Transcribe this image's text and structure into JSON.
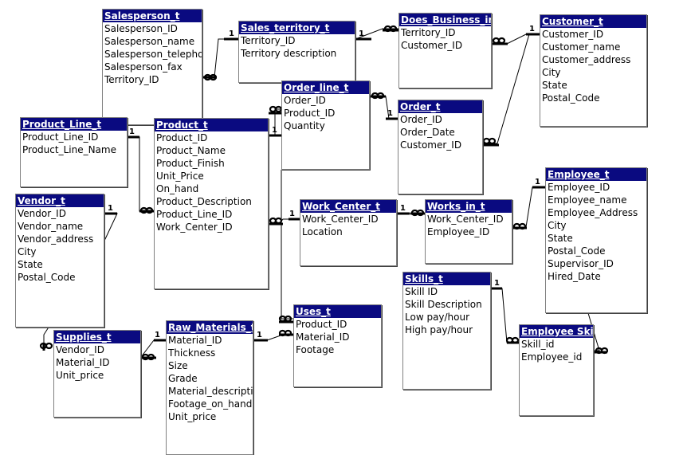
{
  "tables": [
    {
      "id": "salesperson",
      "name": "Salesperson_t",
      "fields": [
        "Salesperson_ID",
        "Salesperson_name",
        "Salesperson_telephon",
        "Salesperson_fax",
        "Territory_ID"
      ]
    },
    {
      "id": "sales_territory",
      "name": "Sales_territory_t",
      "fields": [
        "Territory_ID",
        "Territory description"
      ]
    },
    {
      "id": "does_business",
      "name": "Does_Business_in_t",
      "fields": [
        "Territory_ID",
        "Customer_ID"
      ]
    },
    {
      "id": "customer",
      "name": "Customer_t",
      "fields": [
        "Customer_ID",
        "Customer_name",
        "Customer_address",
        "City",
        "State",
        "Postal_Code"
      ]
    },
    {
      "id": "order_line",
      "name": "Order_line_t",
      "fields": [
        "Order_ID",
        "Product_ID",
        "Quantity"
      ]
    },
    {
      "id": "order",
      "name": "Order_t",
      "fields": [
        "Order_ID",
        "Order_Date",
        "Customer_ID"
      ]
    },
    {
      "id": "product_line",
      "name": "Product_Line_t",
      "fields": [
        "Product_Line_ID",
        "Product_Line_Name"
      ]
    },
    {
      "id": "product",
      "name": "Product_t",
      "fields": [
        "Product_ID",
        "Product_Name",
        "Product_Finish",
        "Unit_Price",
        "On_hand",
        "Product_Description",
        "Product_Line_ID",
        "Work_Center_ID"
      ]
    },
    {
      "id": "vendor",
      "name": "Vendor_t",
      "fields": [
        "Vendor_ID",
        "Vendor_name",
        "Vendor_address",
        "City",
        "State",
        "Postal_Code"
      ]
    },
    {
      "id": "work_center",
      "name": "Work_Center_t",
      "fields": [
        "Work_Center_ID",
        "Location"
      ]
    },
    {
      "id": "works_in",
      "name": "Works_in_t",
      "fields": [
        "Work_Center_ID",
        "Employee_ID"
      ]
    },
    {
      "id": "employee",
      "name": "Employee_t",
      "fields": [
        "Employee_ID",
        "Employee_name",
        "Employee_Address",
        "City",
        "State",
        "Postal_Code",
        "Supervisor_ID",
        "Hired_Date"
      ]
    },
    {
      "id": "skills",
      "name": "Skills_t",
      "fields": [
        "Skill ID",
        "Skill Description",
        "Low pay/hour",
        "High pay/hour"
      ]
    },
    {
      "id": "employee_skills",
      "name": "Employee Skills_",
      "fields": [
        "Skill_id",
        "Employee_id"
      ]
    },
    {
      "id": "supplies",
      "name": "Supplies_t",
      "fields": [
        "Vendor_ID",
        "Material_ID",
        "Unit_price"
      ]
    },
    {
      "id": "raw_materials",
      "name": "Raw_Materials_t",
      "fields": [
        "Material_ID",
        "Thickness",
        "Size",
        "Grade",
        "Material_descriptio",
        "Footage_on_hand",
        "Unit_price"
      ]
    },
    {
      "id": "uses",
      "name": "Uses_t",
      "fields": [
        "Product_ID",
        "Material_ID",
        "Footage"
      ]
    }
  ],
  "relationships": [
    {
      "one": "sales_territory",
      "many": "salesperson"
    },
    {
      "one": "sales_territory",
      "many": "does_business"
    },
    {
      "one": "customer",
      "many": "does_business"
    },
    {
      "one": "customer",
      "many": "order"
    },
    {
      "one": "order",
      "many": "order_line"
    },
    {
      "one": "product",
      "many": "order_line"
    },
    {
      "one": "product_line",
      "many": "product"
    },
    {
      "one": "vendor",
      "many": "supplies"
    },
    {
      "one": "work_center",
      "many": "product"
    },
    {
      "one": "work_center",
      "many": "works_in"
    },
    {
      "one": "employee",
      "many": "works_in"
    },
    {
      "one": "employee",
      "many": "employee_skills"
    },
    {
      "one": "skills",
      "many": "employee_skills"
    },
    {
      "one": "raw_materials",
      "many": "supplies"
    },
    {
      "one": "raw_materials",
      "many": "uses"
    },
    {
      "one": "product",
      "many": "uses"
    }
  ],
  "one_marker": "1",
  "colors": {
    "header_bg": "#0a0a80",
    "header_text": "#ffffff",
    "line": "#000000",
    "border": "#808080"
  }
}
